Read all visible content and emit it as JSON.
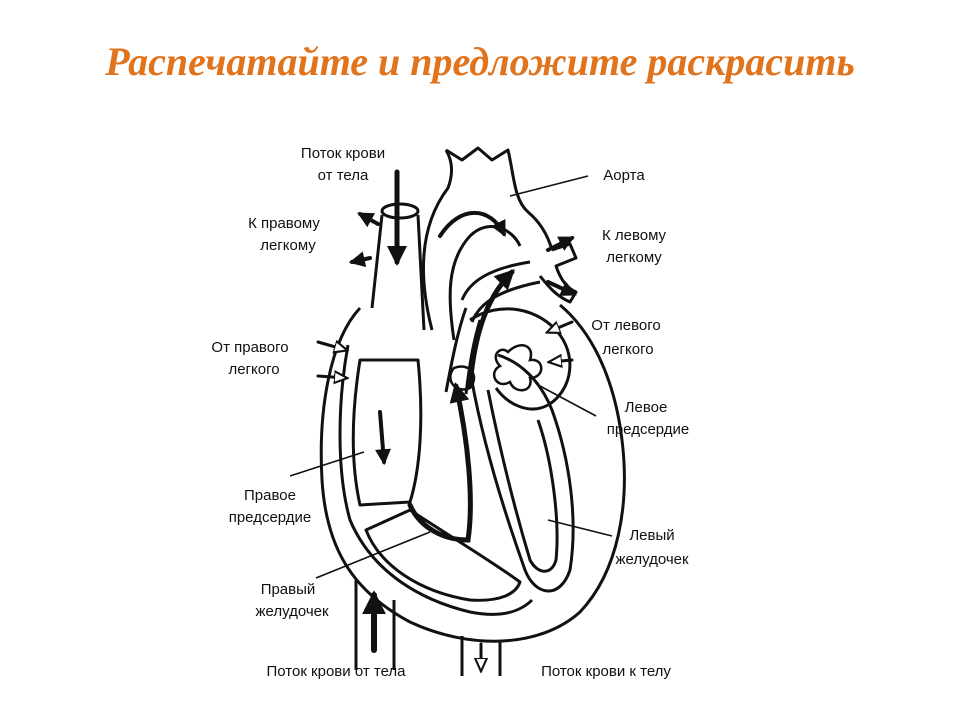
{
  "title": "Распечатайте и предложите раскрасить",
  "colors": {
    "title": "#e0731c",
    "ink": "#111111",
    "background": "#ffffff"
  },
  "labels": {
    "flow_from_body_top": [
      "Поток крови",
      "от тела"
    ],
    "to_right_lung": [
      "К правому",
      "легкому"
    ],
    "aorta": "Аорта",
    "to_left_lung": [
      "К левому",
      "легкому"
    ],
    "from_right_lung": [
      "От правого",
      "легкого"
    ],
    "from_left_lung": [
      "От левого",
      "легкого"
    ],
    "left_atrium": [
      "Левое",
      "предсердие"
    ],
    "right_atrium": [
      "Правое",
      "предсердие"
    ],
    "left_ventricle": [
      "Левый",
      "желудочек"
    ],
    "right_ventricle": [
      "Правый",
      "желудочек"
    ],
    "flow_from_body_bottom": "Поток крови от тела",
    "flow_to_body": "Поток крови к телу"
  }
}
